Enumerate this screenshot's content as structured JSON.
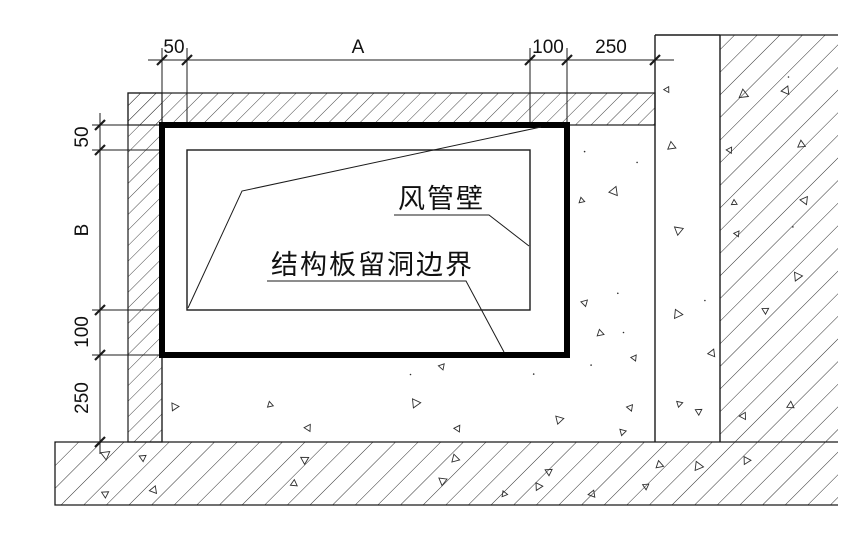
{
  "dimensions": {
    "top": [
      {
        "label": "50"
      },
      {
        "label": "A"
      },
      {
        "label": "100"
      },
      {
        "label": "250"
      }
    ],
    "left": [
      {
        "label": "50"
      },
      {
        "label": "B"
      },
      {
        "label": "100"
      },
      {
        "label": "250"
      }
    ]
  },
  "annotations": {
    "duct_wall": "风管壁",
    "opening_boundary": "结构板留洞边界"
  },
  "colors": {
    "line": "#1b1b1b",
    "heavy_line": "#000000",
    "hatch": "#2f2f2f",
    "background": "#ffffff"
  }
}
